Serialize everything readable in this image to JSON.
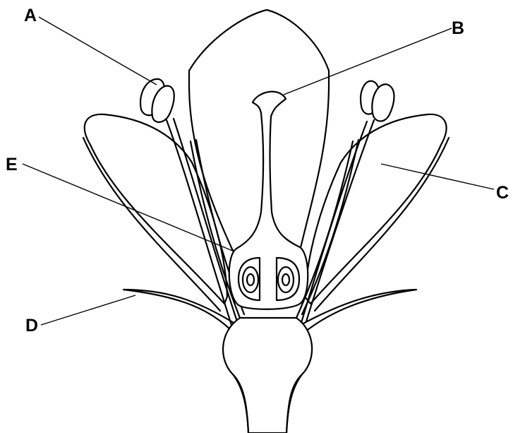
{
  "diagram": {
    "labels": {
      "a": "A",
      "b": "B",
      "c": "C",
      "d": "D",
      "e": "E"
    },
    "colors": {
      "line": "#000000",
      "background": "#ffffff"
    }
  }
}
